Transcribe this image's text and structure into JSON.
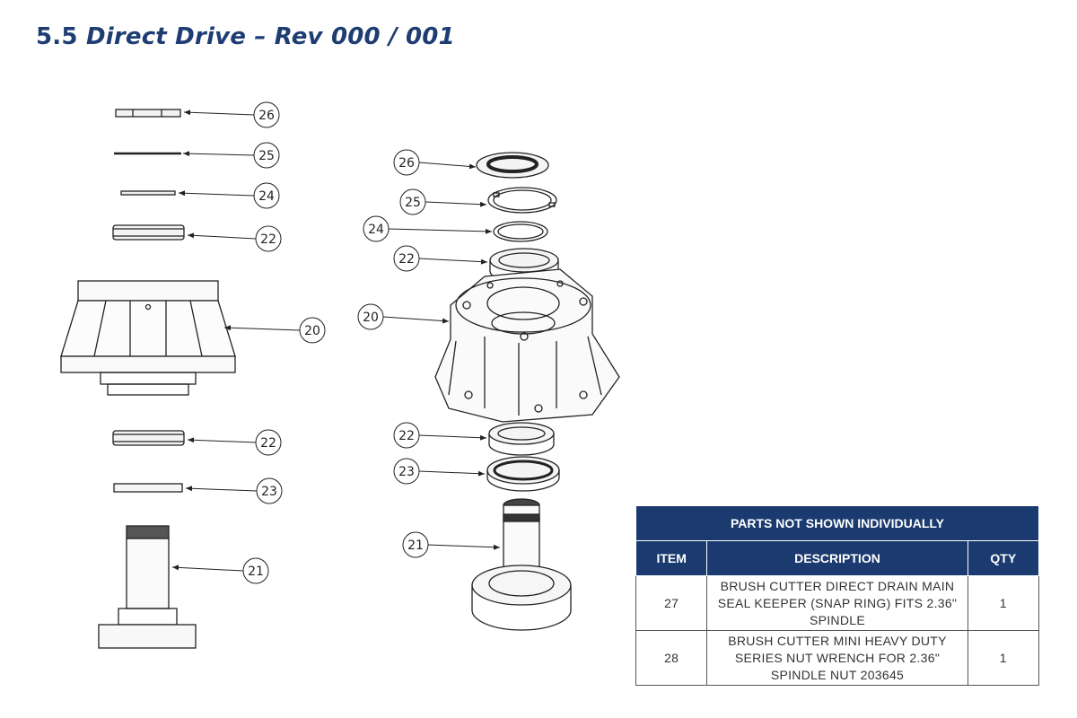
{
  "page": {
    "title_number": "5.5",
    "title_text": "Direct Drive – Rev 000 / 001"
  },
  "diagram": {
    "left_view_callouts": [
      "26",
      "25",
      "24",
      "22",
      "20",
      "22",
      "23",
      "21"
    ],
    "right_view_callouts": [
      "26",
      "25",
      "24",
      "22",
      "20",
      "22",
      "23",
      "21"
    ]
  },
  "parts_table": {
    "banner": "PARTS NOT SHOWN INDIVIDUALLY",
    "headers": {
      "item": "ITEM",
      "description": "DESCRIPTION",
      "qty": "QTY"
    },
    "rows": [
      {
        "item": "27",
        "description": "BRUSH CUTTER DIRECT DRAIN MAIN SEAL KEEPER (SNAP RING) FITS 2.36\" SPINDLE",
        "qty": "1"
      },
      {
        "item": "28",
        "description": "BRUSH CUTTER MINI HEAVY DUTY SERIES NUT WRENCH FOR 2.36\" SPINDLE NUT 203645",
        "qty": "1"
      }
    ]
  },
  "colors": {
    "title": "#1e3d73",
    "table_header": "#1b3a6f",
    "line": "#222222"
  }
}
